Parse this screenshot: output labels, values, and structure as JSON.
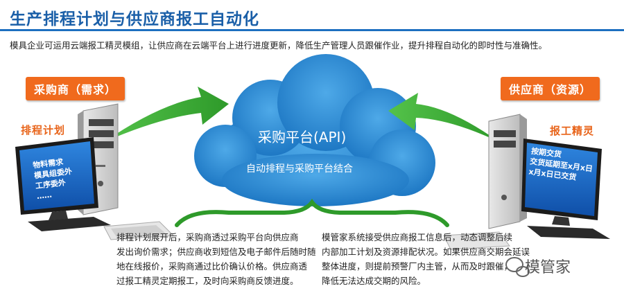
{
  "header": {
    "title": "生产排程计划与供应商报工自动化",
    "subtitle": "模具企业可运用云端报工精灵模组，让供应商在云端平台上进行进度更新，降低生产管理人员跟催作业，提升排程自动化的即时性与准确性。"
  },
  "left": {
    "role_label": "采购商（需求）",
    "module_label": "排程计划",
    "screen_lines": [
      "物料需求",
      "模具组委外",
      "工序委外",
      "……"
    ]
  },
  "right": {
    "role_label": "供应商（资源）",
    "module_label": "报工精灵",
    "screen_lines": [
      "按期交货",
      "交货延期至x月x日",
      "x月x日已交货"
    ]
  },
  "cloud": {
    "title": "采购平台(API)",
    "subtitle": "自动排程与采购平台结合"
  },
  "descriptions": {
    "left_lines": [
      "排程计划展开后，采购商透过采购平台向供应商",
      "发出询价需求；供应商收到短信及电子邮件后随时随",
      "地在线报价，采购商通过比价确认价格。供应商透",
      "过报工精灵定期报工，及时向采购商反馈进度。"
    ],
    "right_lines": [
      "模管家系统接受供应商报工信息后，动态调整后续",
      "内部加工计划及资源排配状况。如果供应商交期会延误",
      "整体进度，则提前预警厂内主管，从而及时跟催，",
      "降低无法达成交期的风险。"
    ]
  },
  "watermark": {
    "text": "模管家"
  },
  "colors": {
    "title_blue": "#1a5fa8",
    "accent_orange": "#f06a1d",
    "arrow_green": "#3aa636",
    "cloud_blue": "#2f8fd6"
  }
}
